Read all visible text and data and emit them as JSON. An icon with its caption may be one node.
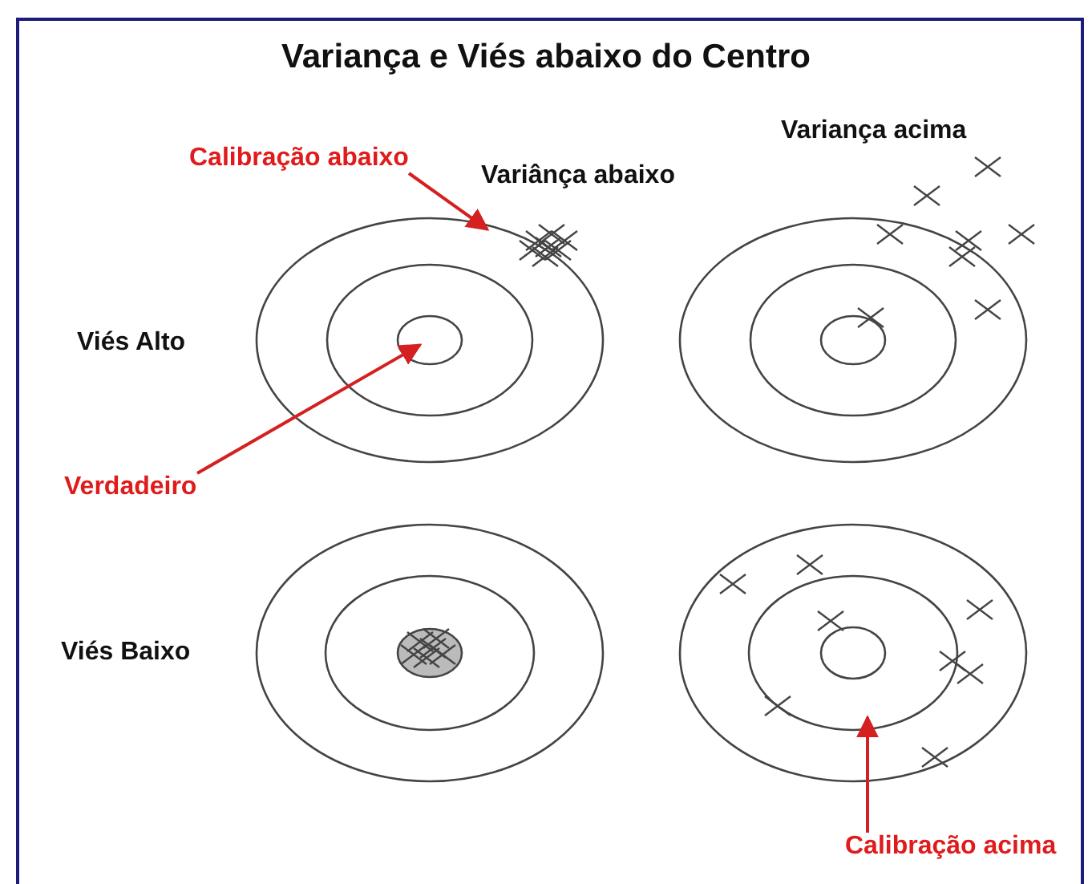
{
  "diagram": {
    "title": "Variança e Viés abaixo do Centro",
    "nodes": [
      {
        "text": [
          "Calibração abaixo"
        ]
      },
      {
        "text": [
          "Verdadeiro"
        ]
      },
      {
        "text": [
          "Calibração acima"
        ]
      }
    ],
    "edges": [
      {
        "from": 0,
        "to": null,
        "arrow": "to"
      },
      {
        "from": 1,
        "to": null,
        "arrow": "to"
      },
      {
        "from": 2,
        "to": null,
        "arrow": "to"
      }
    ],
    "labels": [
      "Variânça abaixo",
      "Variança acima",
      "Viés Alto",
      "Viés Baixo"
    ]
  }
}
